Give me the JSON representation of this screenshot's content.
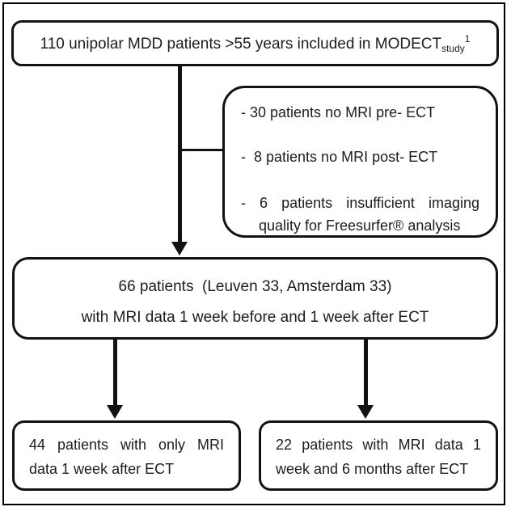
{
  "colors": {
    "background": "#ffffff",
    "ink": "#1c1c1c",
    "line": "#121212"
  },
  "flowchart": {
    "top_box": {
      "text": "110 unipolar MDD patients >55 years included in MODECT",
      "subscript": "study",
      "superscript": "1"
    },
    "exclusion_box": {
      "items": [
        {
          "line1": "- 30 patients no MRI pre- ECT"
        },
        {
          "line1": "-  8 patients no MRI post- ECT"
        },
        {
          "line1": "- 6 patients insufficient imaging",
          "line2": "quality for Freesurfer® analysis"
        }
      ]
    },
    "middle_box": {
      "line1": "66 patients  (Leuven 33, Amsterdam 33)",
      "line2": "with MRI data 1 week before and 1 week after ECT"
    },
    "bottom_left_box": {
      "line1": "44 patients with only MRI",
      "line2": "data 1 week after ECT"
    },
    "bottom_right_box": {
      "line1": "22 patients with MRI data 1",
      "line2": "week and 6 months after ECT"
    }
  }
}
